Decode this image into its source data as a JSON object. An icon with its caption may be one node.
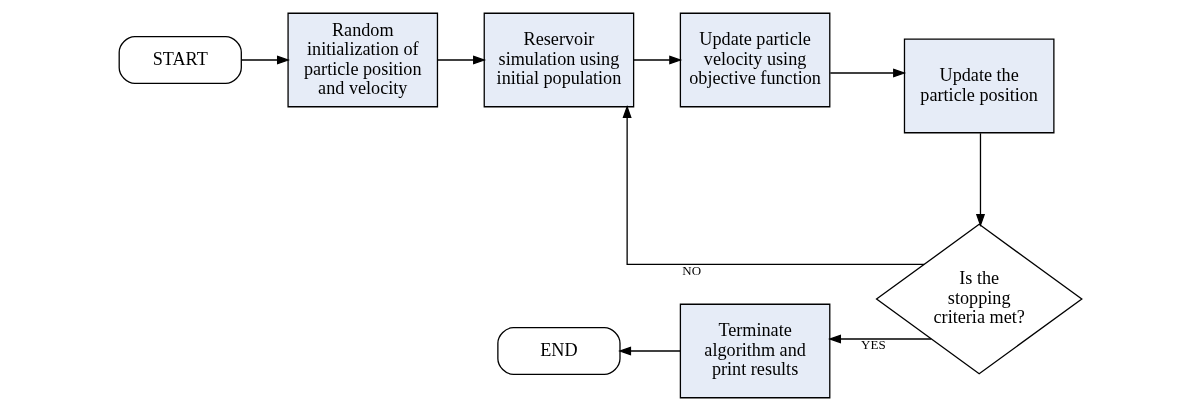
{
  "diagram": {
    "nodes": [
      {
        "text": [
          "START"
        ]
      },
      {
        "text": [
          "Random initialization of particle position and velocity"
        ]
      },
      {
        "text": [
          "Reservoir simulation using initial population"
        ]
      },
      {
        "text": [
          "Update particle velocity using objective function"
        ]
      },
      {
        "text": [
          "Update the particle position"
        ]
      },
      {
        "text": [
          "Is the stopping criteria met?"
        ]
      },
      {
        "text": [
          "Terminate algorithm and print results"
        ]
      },
      {
        "text": [
          "END"
        ]
      }
    ],
    "edges": [
      {
        "from": 0,
        "to": 1,
        "arrow": "to"
      },
      {
        "from": 1,
        "to": 2,
        "arrow": "to"
      },
      {
        "from": 2,
        "to": 3,
        "arrow": "to"
      },
      {
        "from": 3,
        "to": 4,
        "arrow": "to"
      },
      {
        "from": 4,
        "to": 5,
        "arrow": "to"
      },
      {
        "from": 5,
        "to": 2,
        "arrow": "to",
        "label": "NO"
      },
      {
        "from": 5,
        "to": 6,
        "arrow": "to",
        "label": "YES"
      },
      {
        "from": 6,
        "to": 7,
        "arrow": "to"
      }
    ]
  }
}
